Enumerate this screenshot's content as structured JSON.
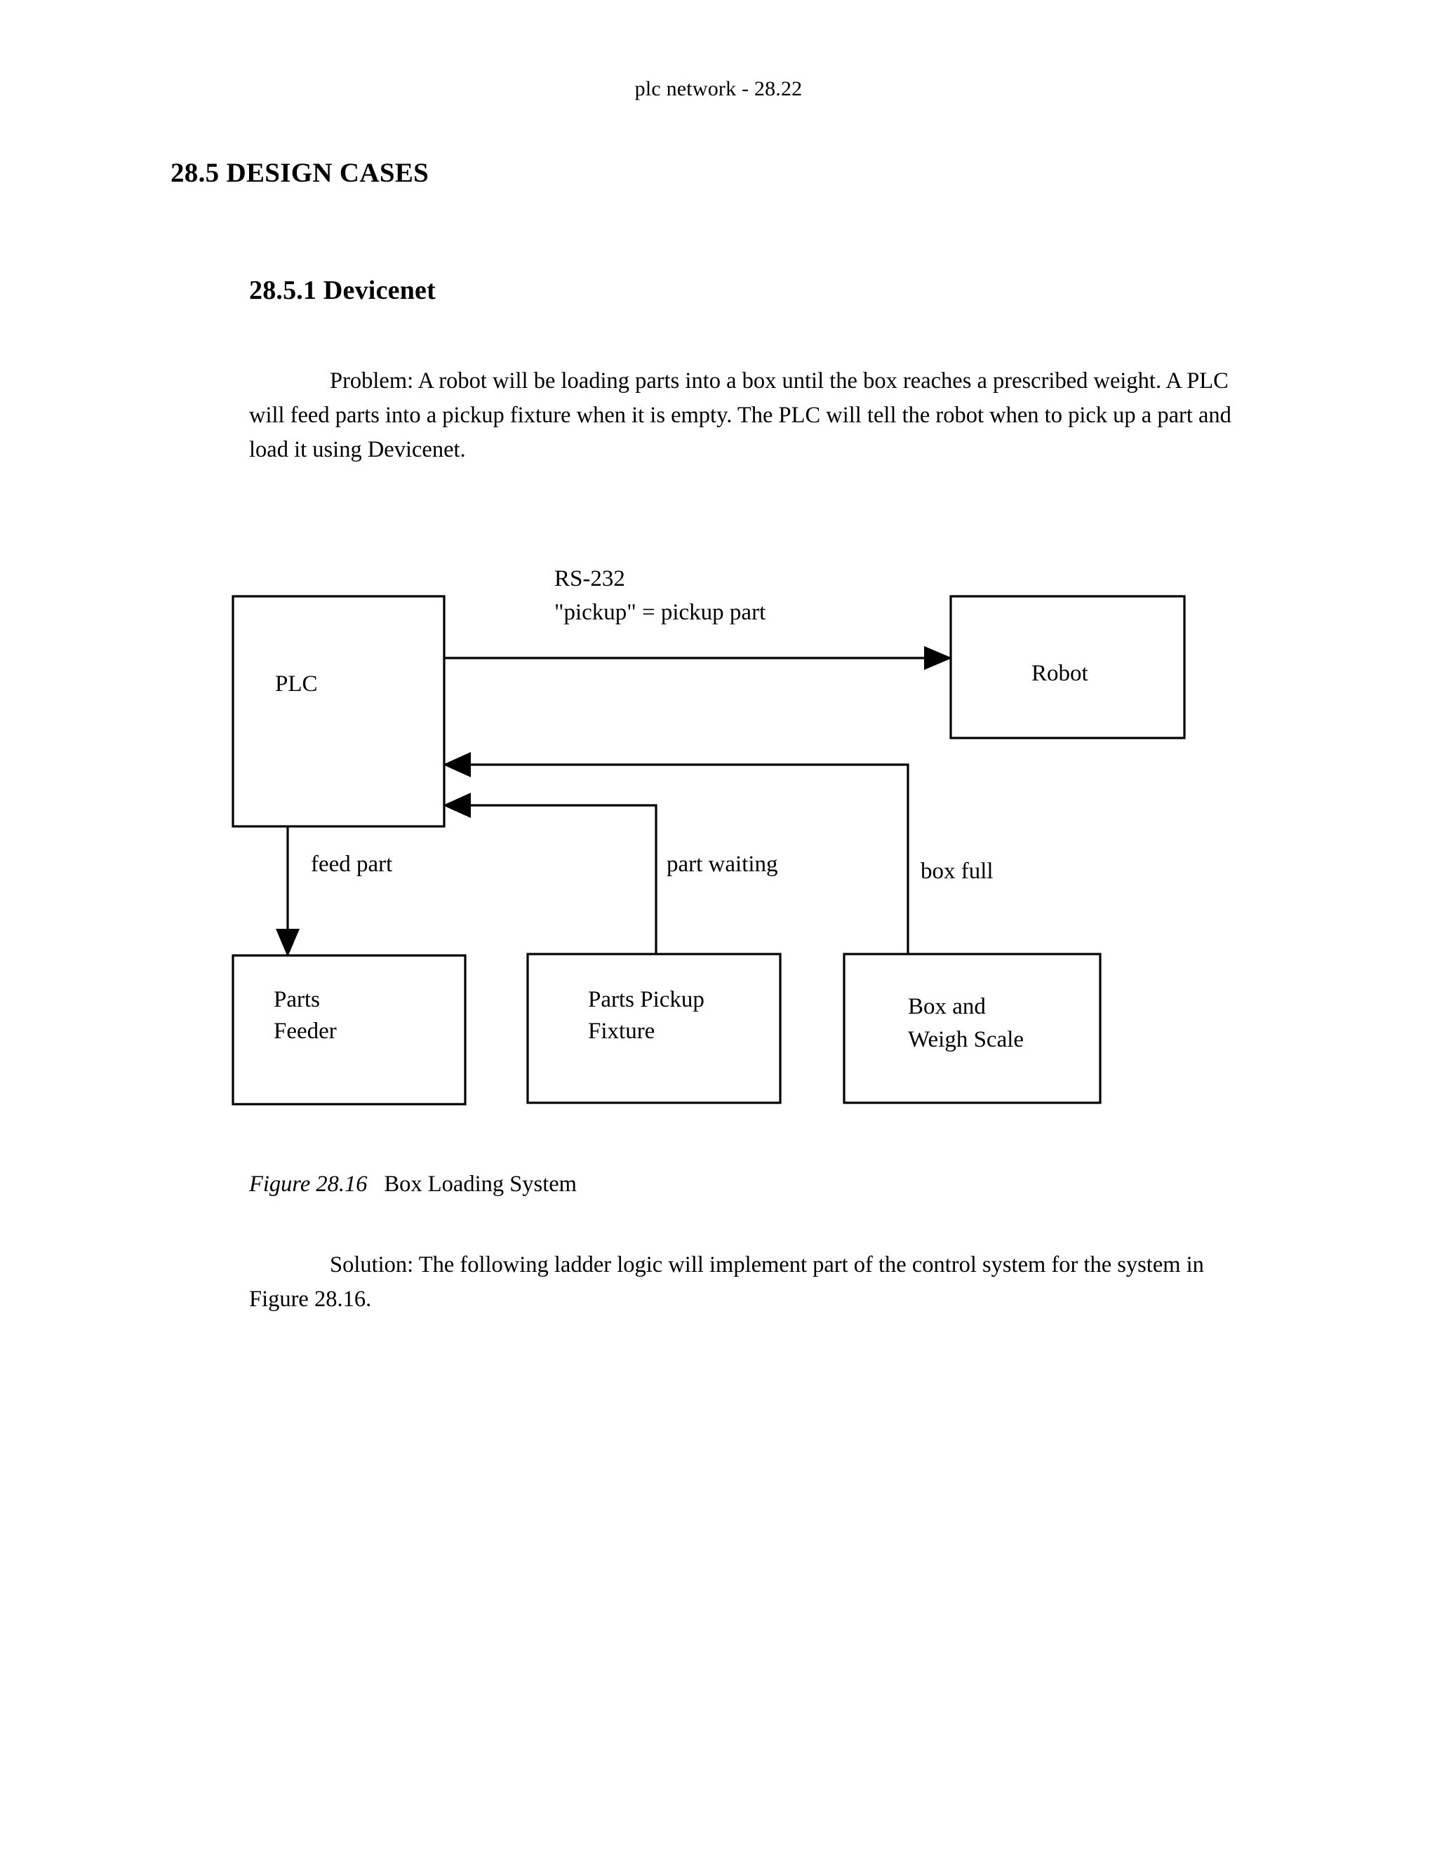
{
  "page": {
    "header": "plc network - 28.22"
  },
  "headings": {
    "section": "28.5 DESIGN CASES",
    "subsection": "28.5.1 Devicenet"
  },
  "body": {
    "problem": "Problem: A robot will be loading parts into a box until the box reaches a prescribed weight. A PLC will feed parts into a pickup fixture when it is empty. The PLC will tell the robot when to pick up a part and load it using Devicenet.",
    "solution": "Solution: The following ladder logic will implement part of the control system for the system in Figure 28.16."
  },
  "figure": {
    "caption_label": "Figure 28.16",
    "caption_text": "Box Loading System",
    "nodes": {
      "plc": "PLC",
      "robot": "Robot",
      "parts_feeder_line1": "Parts",
      "parts_feeder_line2": "Feeder",
      "parts_pickup_line1": "Parts Pickup",
      "parts_pickup_line2": "Fixture",
      "box_scale_line1": "Box and",
      "box_scale_line2": "Weigh Scale"
    },
    "edges": {
      "rs232_line1": "RS-232",
      "rs232_line2": "\"pickup\" = pickup part",
      "feed_part": "feed part",
      "part_waiting": "part waiting",
      "box_full": "box full"
    }
  }
}
